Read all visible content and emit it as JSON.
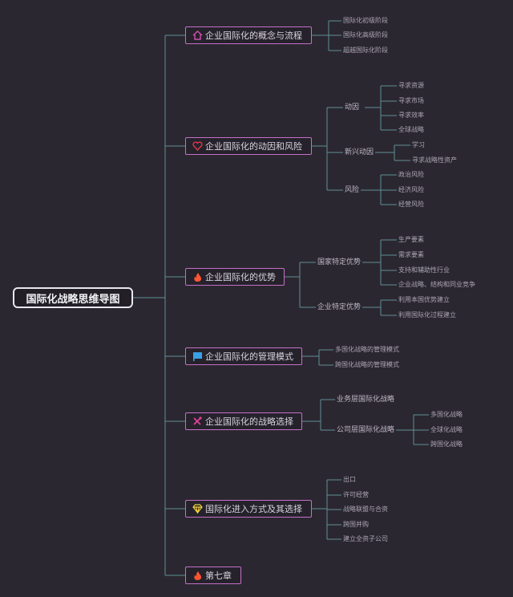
{
  "root": "国际化战略思维导图",
  "branches": [
    {
      "label": "企业国际化的概念与流程",
      "icon": "house-icon",
      "color": "#d14fae",
      "leaves": [
        "国际化初级阶段",
        "国际化高级阶段",
        "超越国际化阶段"
      ]
    },
    {
      "label": "企业国际化的动因和风险",
      "icon": "heart-icon",
      "color": "#e0354a",
      "subs": [
        {
          "label": "动因",
          "leaves": [
            "寻求资源",
            "寻求市场",
            "寻求效率",
            "全球战略"
          ]
        },
        {
          "label": "新兴动因",
          "leaves": [
            "学习",
            "寻求战略性资产"
          ]
        },
        {
          "label": "风险",
          "leaves": [
            "政治风险",
            "经济风险",
            "经营风险"
          ]
        }
      ]
    },
    {
      "label": "企业国际化的优势",
      "icon": "flame-icon",
      "color": "#ff5533",
      "subs": [
        {
          "label": "国家特定优势",
          "leaves": [
            "生产要素",
            "需求要素",
            "支持和辅助性行业",
            "企业战略、结构和同业竞争"
          ]
        },
        {
          "label": "企业特定优势",
          "leaves": [
            "利用本国优势建立",
            "利用国际化过程建立"
          ]
        }
      ]
    },
    {
      "label": "企业国际化的管理模式",
      "icon": "flag-icon",
      "color": "#3aa0e6",
      "leaves": [
        "多国化战略的管理模式",
        "跨国化战略的管理模式"
      ]
    },
    {
      "label": "企业国际化的战略选择",
      "icon": "tools-icon",
      "color": "#e0409a",
      "subs": [
        {
          "label": "业务层国际化战略",
          "leaves": []
        },
        {
          "label": "公司层国际化战略",
          "leaves": [
            "多国化战略",
            "全球化战略",
            "跨国化战略"
          ]
        }
      ]
    },
    {
      "label": "国际化进入方式及其选择",
      "icon": "diamond-icon",
      "color": "#f0d040",
      "leaves": [
        "出口",
        "许可经营",
        "战略联盟与合资",
        "跨国并购",
        "建立全资子公司"
      ]
    },
    {
      "label": "第七章",
      "icon": "flame-icon",
      "color": "#ff5533",
      "leaves": []
    }
  ]
}
